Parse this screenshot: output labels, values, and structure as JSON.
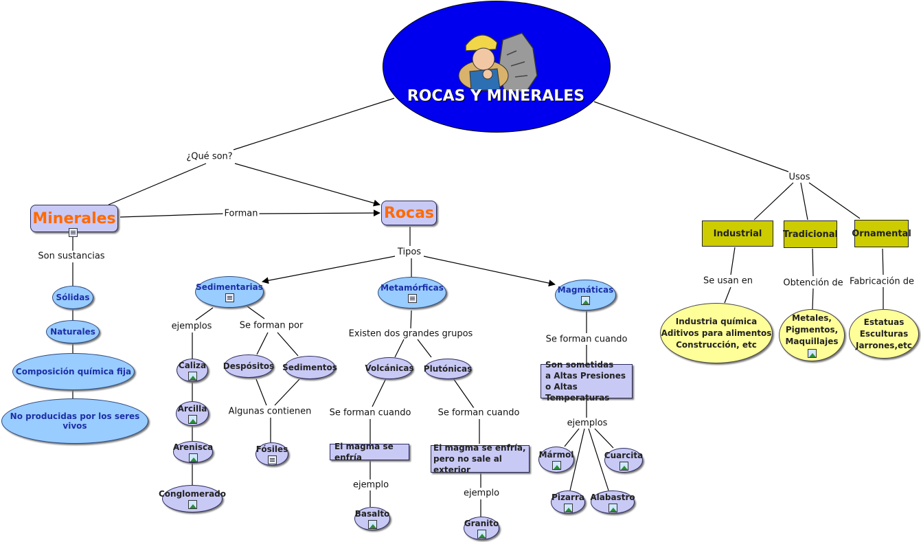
{
  "title": "ROCAS Y MINERALES",
  "colors": {
    "title_bg": "#0000ee",
    "concept_bg": "#c9c9f5",
    "mineral_props_bg": "#99ccff",
    "uses_bg": "#cccc00",
    "uses_detail_bg": "#ffff99",
    "main_text": "#ff6a00"
  },
  "links": {
    "que_son": "¿Qué son?",
    "usos": "Usos",
    "forman": "Forman",
    "son_sustancias": "Son sustancias",
    "tipos": "Tipos",
    "ejemplos_sed": "ejemplos",
    "se_forman_por": "Se forman por",
    "algunas_contienen": "Algunas contienen",
    "existen_dos": "Existen dos grandes grupos",
    "se_forman_cuando_volc": "Se forman cuando",
    "se_forman_cuando_plut": "Se forman cuando",
    "ejemplo_volc": "ejemplo",
    "ejemplo_plut": "ejemplo",
    "se_forman_cuando_mag": "Se forman cuando",
    "ejemplos_mag": "ejemplos",
    "se_usan_en": "Se usan en",
    "obtencion_de": "Obtención de",
    "fabricacion_de": "Fabricación de"
  },
  "nodes": {
    "minerales": "Minerales",
    "rocas": "Rocas",
    "solidas": "Sólidas",
    "naturales": "Naturales",
    "composicion": "Composición química fija",
    "no_producidas": "No producidas por los seres vivos",
    "sedimentarias": "Sedimentarias",
    "metamorficas": "Metamórficas",
    "magmaticas": "Magmáticas",
    "caliza": "Caliza",
    "arcilla": "Arcilla",
    "arenisca": "Arenisca",
    "conglomerado": "Conglomerado",
    "despositos": "Despósitos",
    "sedimentos": "Sedimentos",
    "fosiles": "Fósiles",
    "volcanicas": "Volcánicas",
    "plutonicas": "Plutónicas",
    "magma_enfria": "El magma se enfría",
    "magma_enfria_2_line1": "El magma se enfría,",
    "magma_enfria_2_line2": "pero no sale al exterior",
    "basalto": "Basalto",
    "granito": "Granito",
    "sometidas_line1": "Son sometidas",
    "sometidas_line2": "a Altas Presiones",
    "sometidas_line3": "o Altas Temperaturas",
    "marmol": "Mármol",
    "cuarcita": "Cuarcita",
    "pizarra": "Pizarra",
    "alabastro": "Alabastro",
    "industrial": "Industrial",
    "tradicional": "Tradicional",
    "ornamental": "Ornamental",
    "industria_line1": "Industria química",
    "industria_line2": "Aditivos para alimentos",
    "industria_line3": "Construcción, etc",
    "metales_line1": "Metales,",
    "metales_line2": "Pigmentos,",
    "metales_line3": "Maquillajes",
    "estatuas_line1": "Estatuas",
    "estatuas_line2": "Esculturas",
    "estatuas_line3": "Jarrones,etc"
  }
}
